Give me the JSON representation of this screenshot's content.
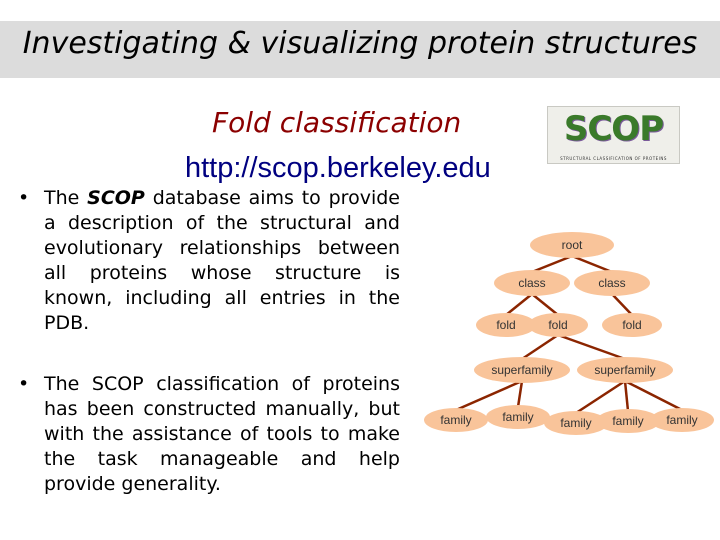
{
  "header": {
    "title": "Investigating & visualizing protein structures"
  },
  "subtitle": "Fold classification",
  "url": "http://scop.berkeley.edu",
  "logo": {
    "text": "SCOP",
    "caption": "STRUCTURAL CLASSIFICATION OF PROTEINS"
  },
  "bullets": [
    {
      "prefix": "The ",
      "emph": "SCOP",
      "text": " database aims to provide a description of the structural and evolutionary relationships between all proteins whose structure is known, including all entries in the PDB."
    },
    {
      "text": "The SCOP classification of proteins has been constructed manually, but with the assistance of tools to make the task manageable and help provide generality."
    }
  ],
  "tree": {
    "root": "root",
    "classes": [
      "class",
      "class"
    ],
    "folds": [
      "fold",
      "fold",
      "fold"
    ],
    "superfamilies": [
      "superfamily",
      "superfamily"
    ],
    "families": [
      "family",
      "family",
      "family",
      "family",
      "family"
    ],
    "node_color": "#f9c49a",
    "edge_color": "#8b2500"
  }
}
